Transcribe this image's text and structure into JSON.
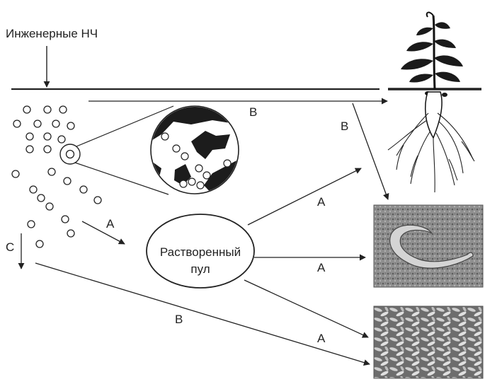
{
  "labels": {
    "title": "Инженерные НЧ",
    "dissolved_pool_line1": "Растворенный",
    "dissolved_pool_line2": "пул",
    "a1": "A",
    "a2": "A",
    "a3": "A",
    "a4": "A",
    "b1": "B",
    "b2": "B",
    "b3": "B",
    "c": "C"
  },
  "images": {
    "plant": "plant-with-roots",
    "earthworm": "earthworm-photo",
    "bacteria": "bacteria-micrograph"
  }
}
